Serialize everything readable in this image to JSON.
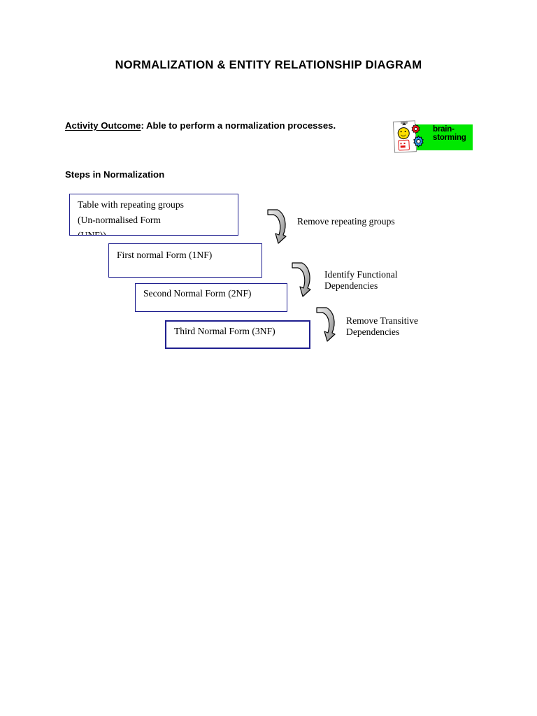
{
  "document": {
    "title": "NORMALIZATION & ENTITY RELATIONSHIP DIAGRAM",
    "outcome_label": "Activity Outcome",
    "outcome_text": ": Able to perform a normalization processes.",
    "section_heading": "Steps in Normalization"
  },
  "brainstorm_graphic": {
    "line1": "brain-",
    "line2": "storming",
    "green": "#00e800",
    "gear_red": "#e01010",
    "gear_blue": "#1a7fd4",
    "smiley": "#ffe000"
  },
  "flow": {
    "border_color": "#1f1f8f",
    "arrow_fill_light": "#e2e2e2",
    "arrow_fill_dark": "#9e9e9e",
    "boxes": [
      {
        "id": "unf",
        "text": "Table with repeating groups\n(Un-normalised Form\n(UNF))"
      },
      {
        "id": "1nf",
        "text": "First normal Form (1NF)"
      },
      {
        "id": "2nf",
        "text": "Second Normal Form (2NF)"
      },
      {
        "id": "3nf",
        "text": "Third Normal Form (3NF)"
      }
    ],
    "transitions": [
      {
        "id": "t1",
        "label": "Remove repeating groups"
      },
      {
        "id": "t2",
        "label": "Identify Functional\nDependencies"
      },
      {
        "id": "t3",
        "label": "Remove Transitive\nDependencies"
      }
    ]
  }
}
